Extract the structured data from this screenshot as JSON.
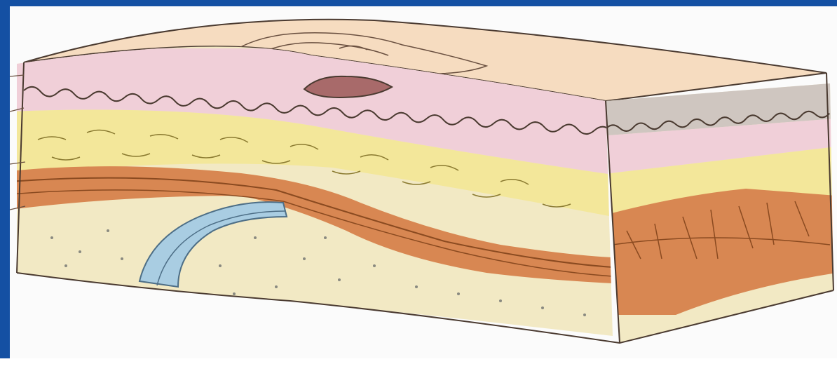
{
  "image": {
    "subject": "block-diagram-of-layered-tissue",
    "layers": [
      {
        "name": "top-surface",
        "color": "#f6dcc0"
      },
      {
        "name": "pink-wavy-layer",
        "color": "#f0cfd8"
      },
      {
        "name": "yellow-net-layer",
        "color": "#f3e79a"
      },
      {
        "name": "orange-band-layer",
        "color": "#d88752"
      },
      {
        "name": "speckled-base-layer",
        "color": "#f2e9c4"
      },
      {
        "name": "blue-arc-structure",
        "color": "#a9cde2"
      },
      {
        "name": "brown-nodule",
        "color": "#a86a6a"
      }
    ],
    "frame_color": "#1450a3"
  }
}
